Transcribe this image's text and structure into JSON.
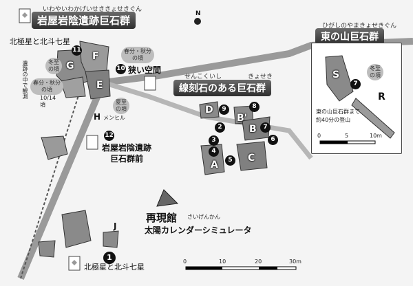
{
  "titles": {
    "iwaya": {
      "text": "岩屋岩陰遺跡巨石群",
      "reading": "いわやいわかげいせききょせきぐん"
    },
    "senkoku": {
      "text": "線刻石のある巨石群",
      "reading_a": "せんこくいし",
      "reading_b": "きょせき"
    },
    "higashi": {
      "text": "東の山巨石群",
      "reading": "ひがしのやまきょせきぐん"
    }
  },
  "north_label": "N",
  "labels": {
    "polaris_top": "北極星と北斗七星",
    "polaris_bottom": "北極星と北斗七星",
    "narrow_space": "狭い空間",
    "narrow_space_num": "10",
    "iwaya_front_line1": "岩屋岩陰遺跡",
    "iwaya_front_line2": "巨石群前",
    "iwaya_front_num": "12",
    "menhir": "メンヒル",
    "menhir_letter": "H",
    "museum_title": "再現館",
    "museum_reading": "さいげんかん",
    "museum_sub": "太陽カレンダーシミュレータ",
    "ruins_observe": "遺跡の中で観測",
    "oct14": "10/14\n頃"
  },
  "bubbles": {
    "winter_main": "冬至\nの頃",
    "equinox_left": "春分・秋分\nの頃",
    "equinox_top": "春分・秋分\nの頃",
    "summer": "夏至\nの頃",
    "winter_inset": "冬至\nの頃"
  },
  "stones_iwaya": [
    "F",
    "G",
    "E"
  ],
  "stones_senkoku": [
    "D",
    "B'",
    "B",
    "A",
    "C"
  ],
  "stone_j": "J",
  "numbers": {
    "n1": "1",
    "n2": "2",
    "n3": "3",
    "n4": "4",
    "n5": "5",
    "n6": "6",
    "n7": "7",
    "n8": "8",
    "n9": "9",
    "n11": "11"
  },
  "inset": {
    "stone_s": "S",
    "stone_r": "R",
    "num": "7",
    "note_line1": "東の山巨石群まで",
    "note_line2": "約40分の登山",
    "scale_ticks": [
      "0",
      "5",
      "10m"
    ]
  },
  "scale": {
    "ticks": [
      "0",
      "10",
      "20",
      "30m"
    ]
  }
}
